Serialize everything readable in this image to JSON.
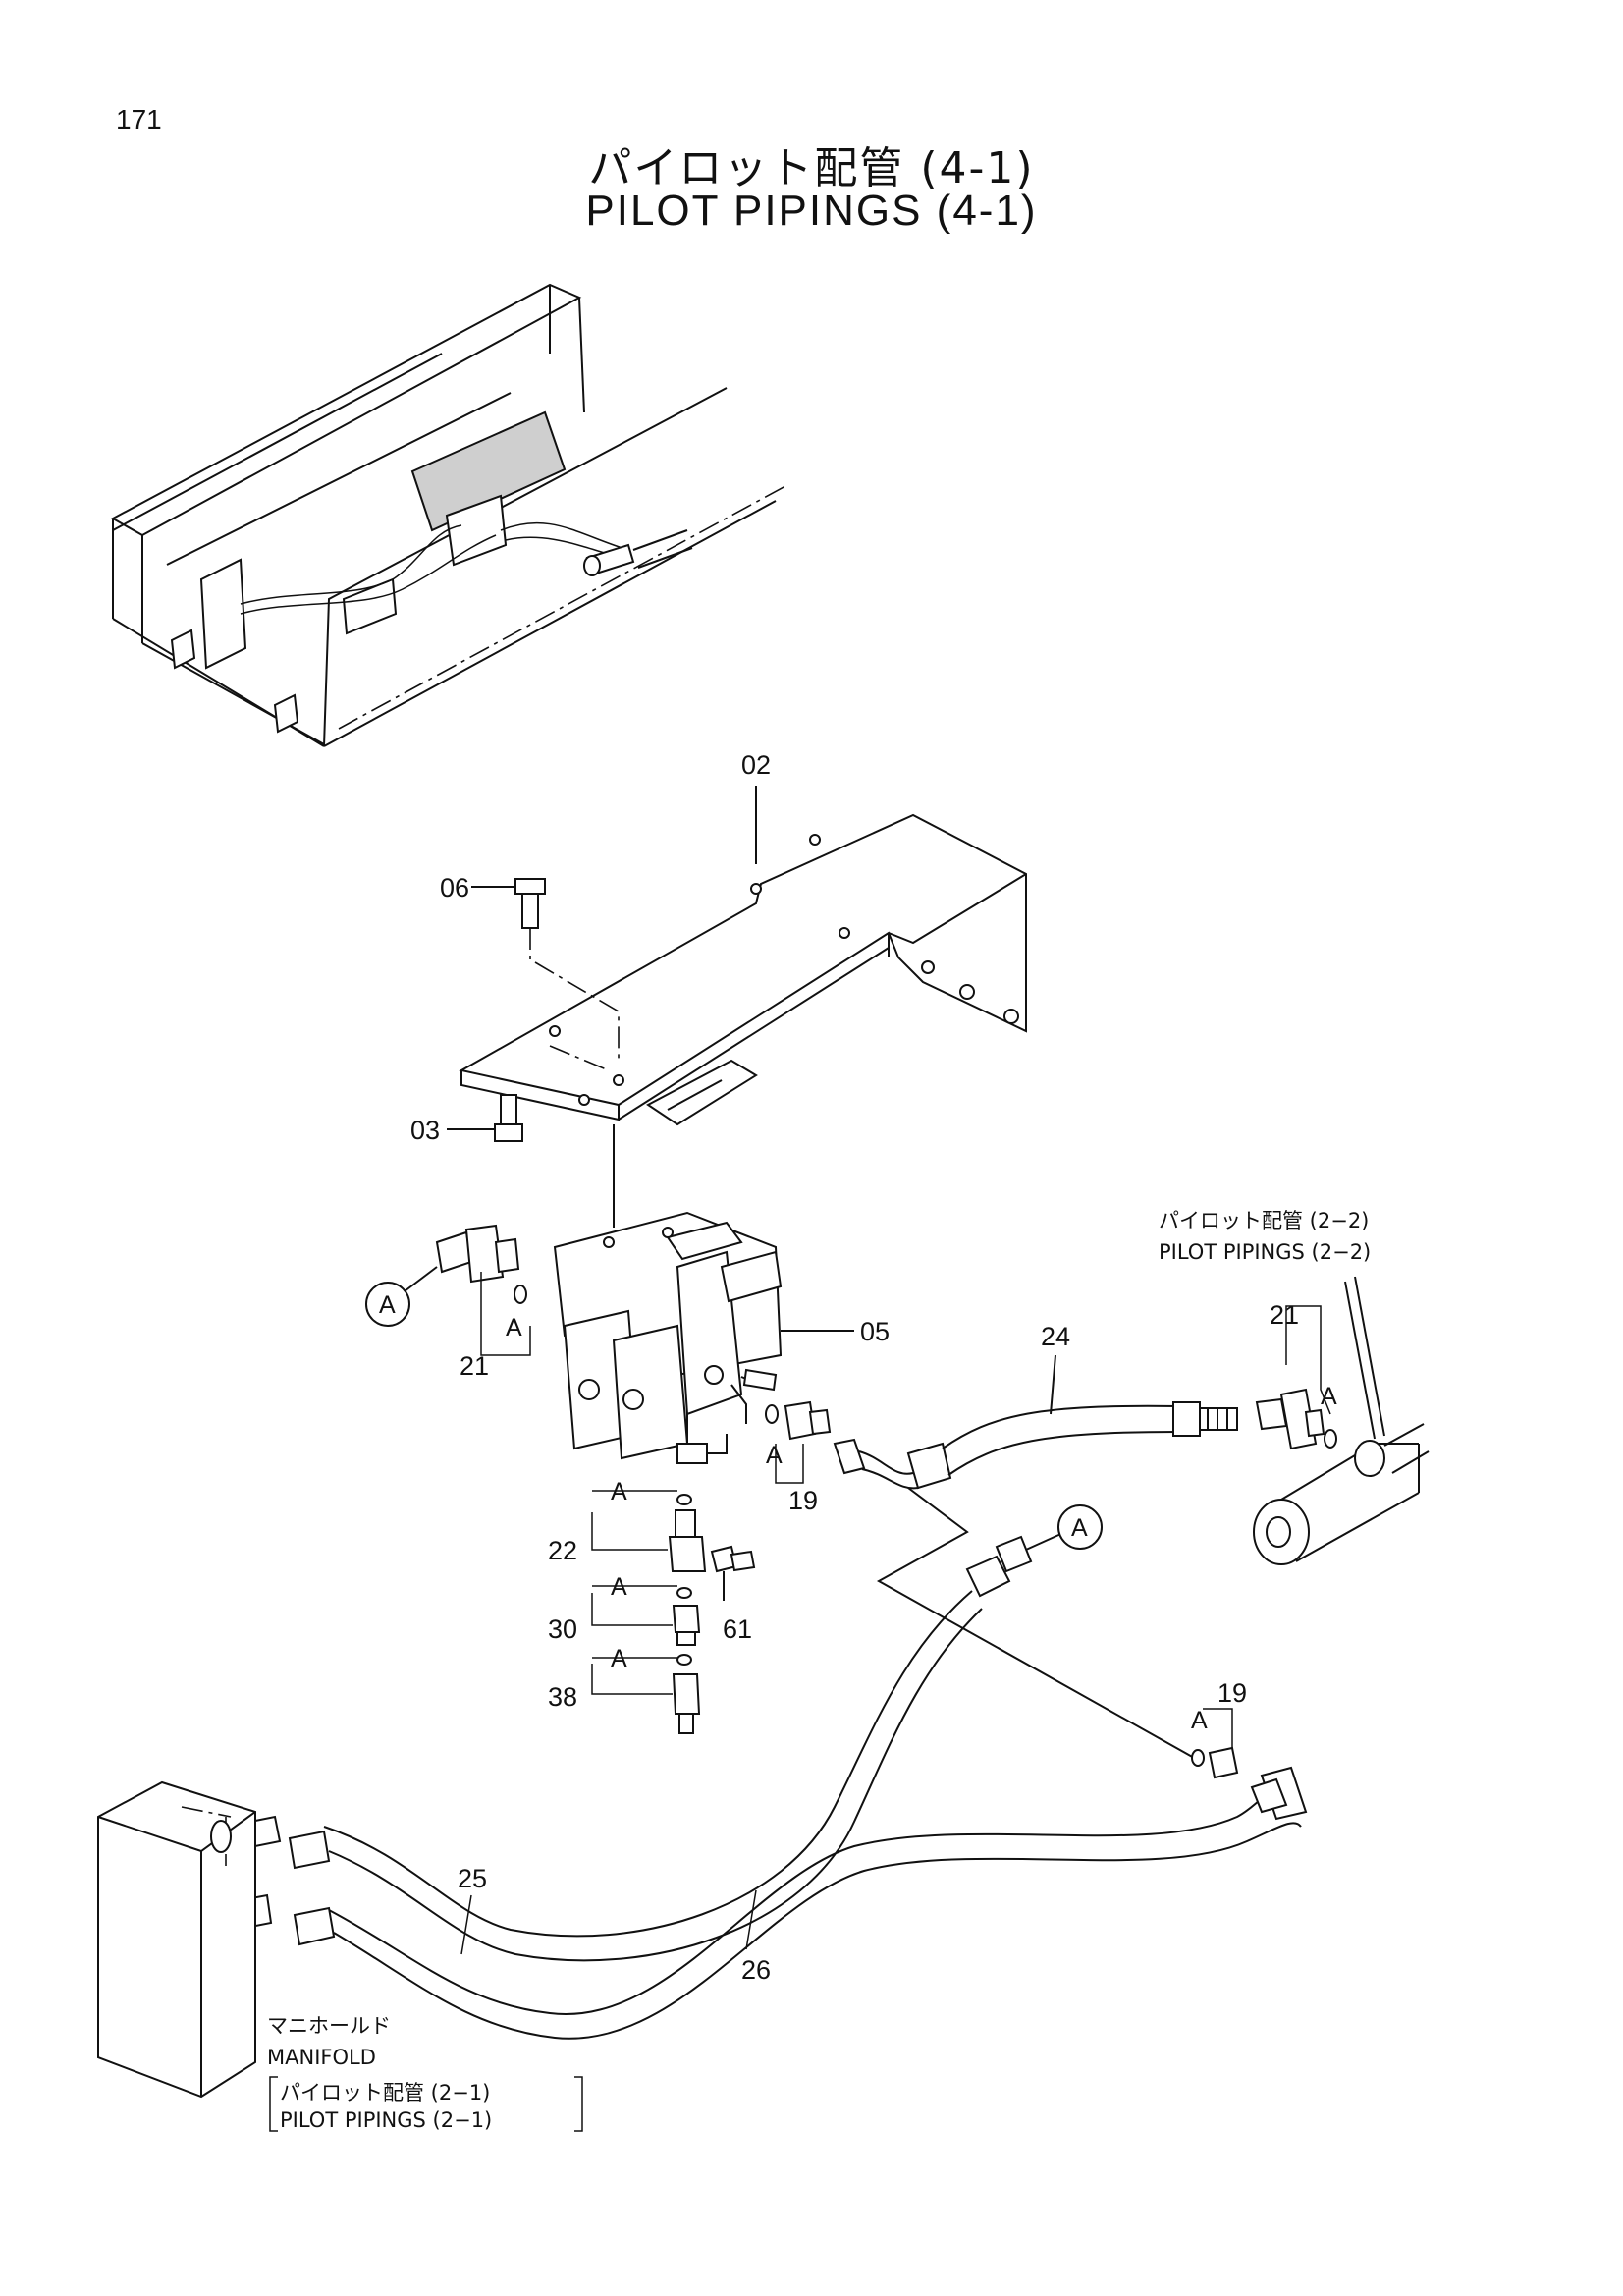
{
  "page_number": "171",
  "title": {
    "jp": "パイロット配管 (4-1)",
    "en": "PILOT PIPINGS (4-1)"
  },
  "callouts": {
    "p02": "02",
    "p03": "03",
    "p05": "05",
    "p06": "06",
    "p19a": "19",
    "p19b": "19",
    "p21a": "21",
    "p21b": "21",
    "p22": "22",
    "p24": "24",
    "p25": "25",
    "p26": "26",
    "p30": "30",
    "p38": "38",
    "p61": "61"
  },
  "markers": {
    "circle_a_left": "A",
    "circle_a_right": "A",
    "a_21": "A",
    "a_19": "A",
    "a_22": "A",
    "a_30": "A",
    "a_38": "A",
    "a_21_right": "A",
    "a_19_right": "A"
  },
  "annotations": {
    "pilot_2_2_jp": "パイロット配管 (2−2)",
    "pilot_2_2_en": "PILOT PIPINGS (2−2)",
    "manifold_jp": "マニホールド",
    "manifold_en": "MANIFOLD",
    "pilot_2_1_jp": "パイロット配管 (2−1)",
    "pilot_2_1_en": "PILOT PIPINGS (2−1)"
  }
}
